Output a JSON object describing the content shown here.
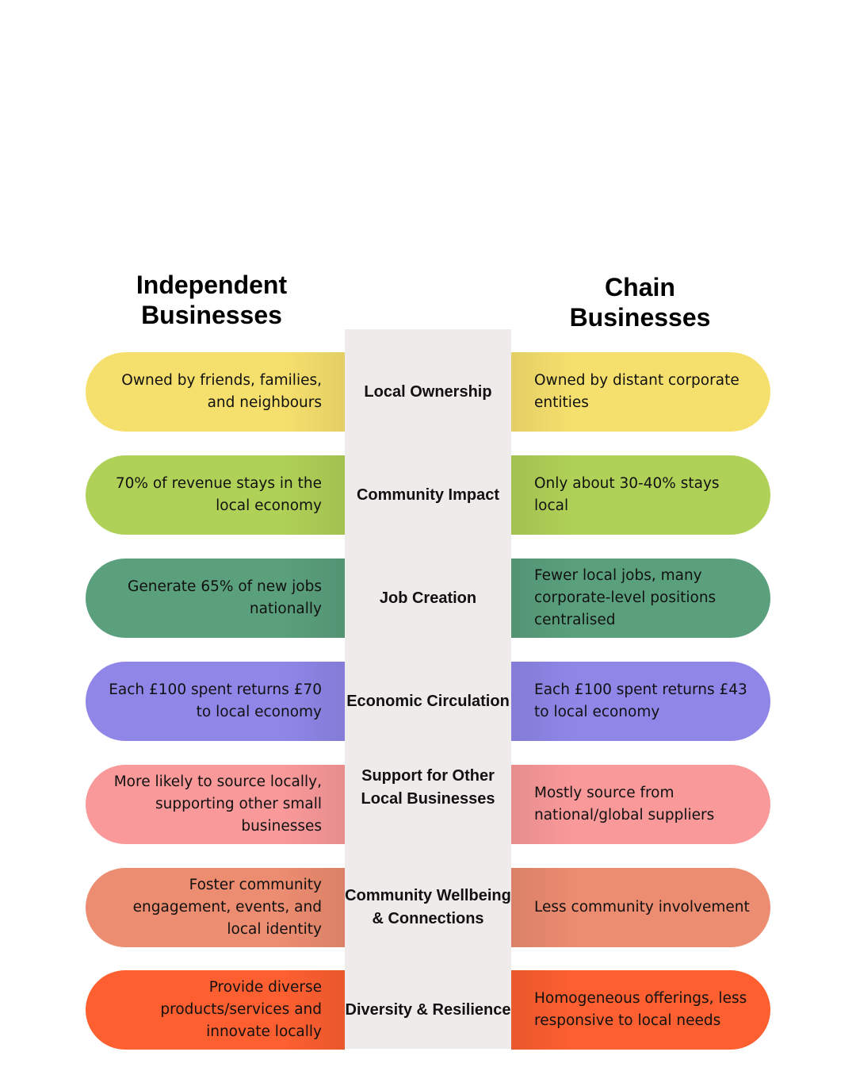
{
  "headings": {
    "left": "Independent Businesses",
    "right": "Chain Businesses"
  },
  "colors": {
    "center_column": "#efebea",
    "rows": [
      "#f6e06d",
      "#b0d157",
      "#5aa07d",
      "#8f86e8",
      "#fa999a",
      "#ec8c70",
      "#fd5f30"
    ]
  },
  "rows": [
    {
      "label": "Local Ownership",
      "independent": "Owned by friends, families, and neighbours",
      "chain": "Owned by distant corporate entities"
    },
    {
      "label": "Community Impact",
      "independent": "70% of revenue stays in the local economy",
      "chain": "Only about 30-40% stays local"
    },
    {
      "label": "Job Creation",
      "independent": "Generate 65% of new jobs nationally",
      "chain": "Fewer local jobs, many corporate-level positions centralised"
    },
    {
      "label": "Economic Circulation",
      "independent": "Each £100 spent returns £70 to local economy",
      "chain": "Each £100 spent returns £43 to local economy"
    },
    {
      "label": "Support for Other Local Businesses",
      "independent": "More likely to source locally, supporting other small businesses",
      "chain": "Mostly source from national/global suppliers"
    },
    {
      "label": "Community Wellbeing & Connections",
      "independent": "Foster community engagement, events, and local identity",
      "chain": "Less community involvement"
    },
    {
      "label": "Diversity & Resilience",
      "independent": "Provide diverse products/services and innovate locally",
      "chain": "Homogeneous offerings, less responsive to local needs"
    }
  ]
}
